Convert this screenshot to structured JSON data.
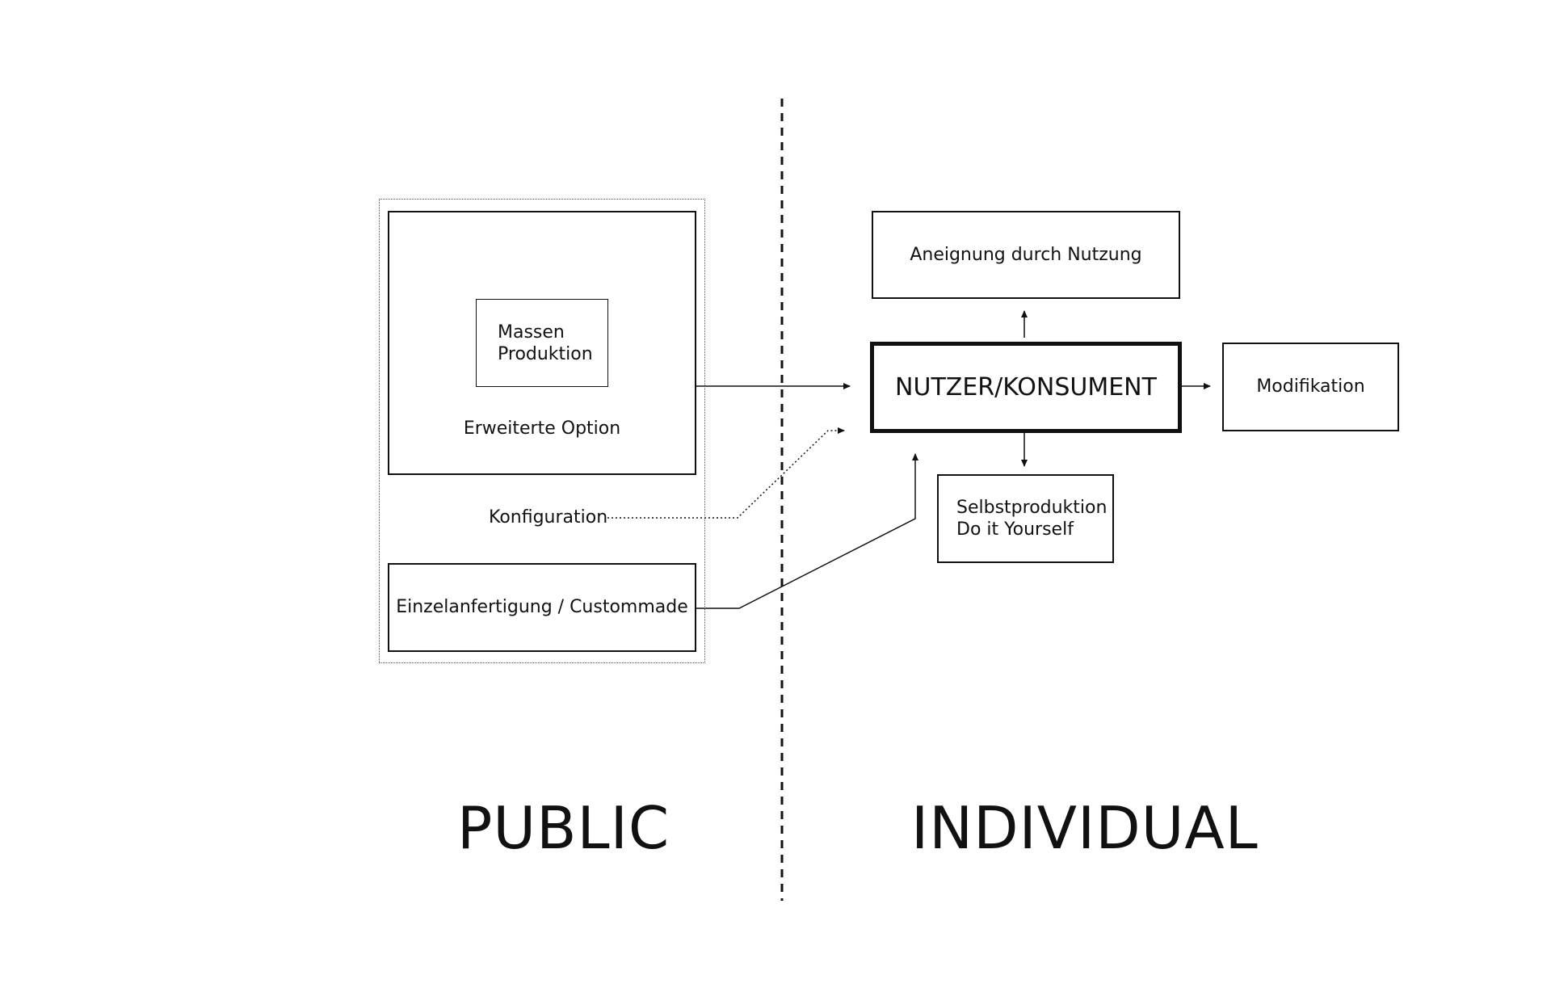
{
  "colors": {
    "line": "#111111",
    "background": "#ffffff"
  },
  "public_side": {
    "massen_line1": "Massen",
    "massen_line2": "Produktion",
    "erweiterte": "Erweiterte Option",
    "konfiguration": "Konfiguration",
    "einzel": "Einzelanfertigung / Custommade"
  },
  "individual_side": {
    "aneignung": "Aneignung durch Nutzung",
    "nutzer": "NUTZER/KONSUMENT",
    "modifikation": "Modifikation",
    "selbst_line1": "Selbstproduktion",
    "selbst_line2": "Do it Yourself"
  },
  "sections": {
    "public": "PUBLIC",
    "individual": "INDIVIDUAL"
  }
}
